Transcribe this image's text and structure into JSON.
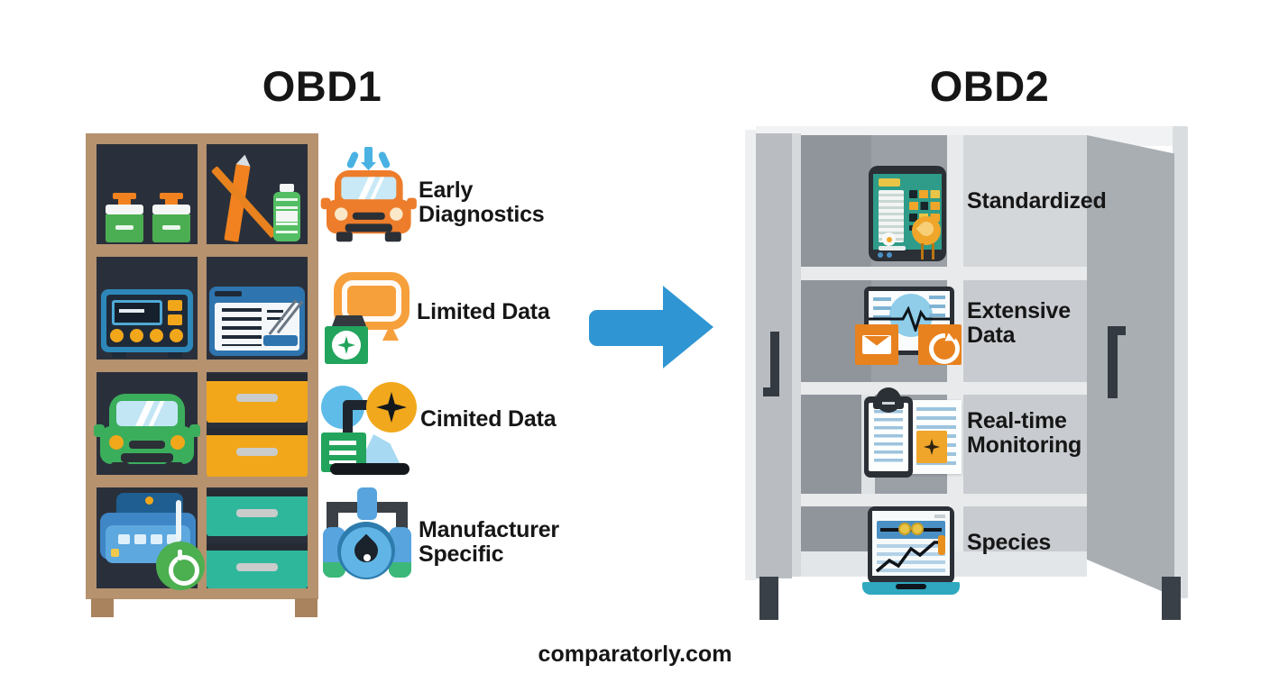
{
  "page": {
    "footer_text": "comparatorly.com",
    "background": "#ffffff"
  },
  "arrow": {
    "direction": "right",
    "color": "#2F96D3"
  },
  "obd1": {
    "title": "OBD1",
    "features": [
      {
        "label": "Early Diagnostics",
        "icon": "car-inspection-icon"
      },
      {
        "label": "Limited Data",
        "icon": "display-box-icon"
      },
      {
        "label": "Cimited Data",
        "icon": "compass-tools-icon"
      },
      {
        "label": "Manufacturer Specific",
        "icon": "pipes-gauge-icon"
      }
    ],
    "shelf_items": [
      "green-jars",
      "pencils-and-bottle",
      "radio-device",
      "document-screen",
      "green-car",
      "orange-drawers",
      "scanner-device",
      "teal-drawers"
    ]
  },
  "obd2": {
    "title": "OBD2",
    "features": [
      {
        "label": "Standardized",
        "icon": "diagnostic-tablet-icon"
      },
      {
        "label": "Extensive Data",
        "icon": "monitor-heartbeat-icon"
      },
      {
        "label": "Real-time Monitoring",
        "icon": "clipboard-report-icon"
      },
      {
        "label": "Species",
        "icon": "laptop-chart-icon"
      }
    ]
  },
  "colors": {
    "text": "#161616",
    "wood": "#B6926F",
    "shelf_interior": "#2A303B",
    "accent_orange": "#F2A71B",
    "accent_green": "#3BAE5C",
    "accent_teal": "#2FB79B",
    "arrow_blue": "#2F96D3",
    "cabinet_gray": "#C8CCD0"
  }
}
